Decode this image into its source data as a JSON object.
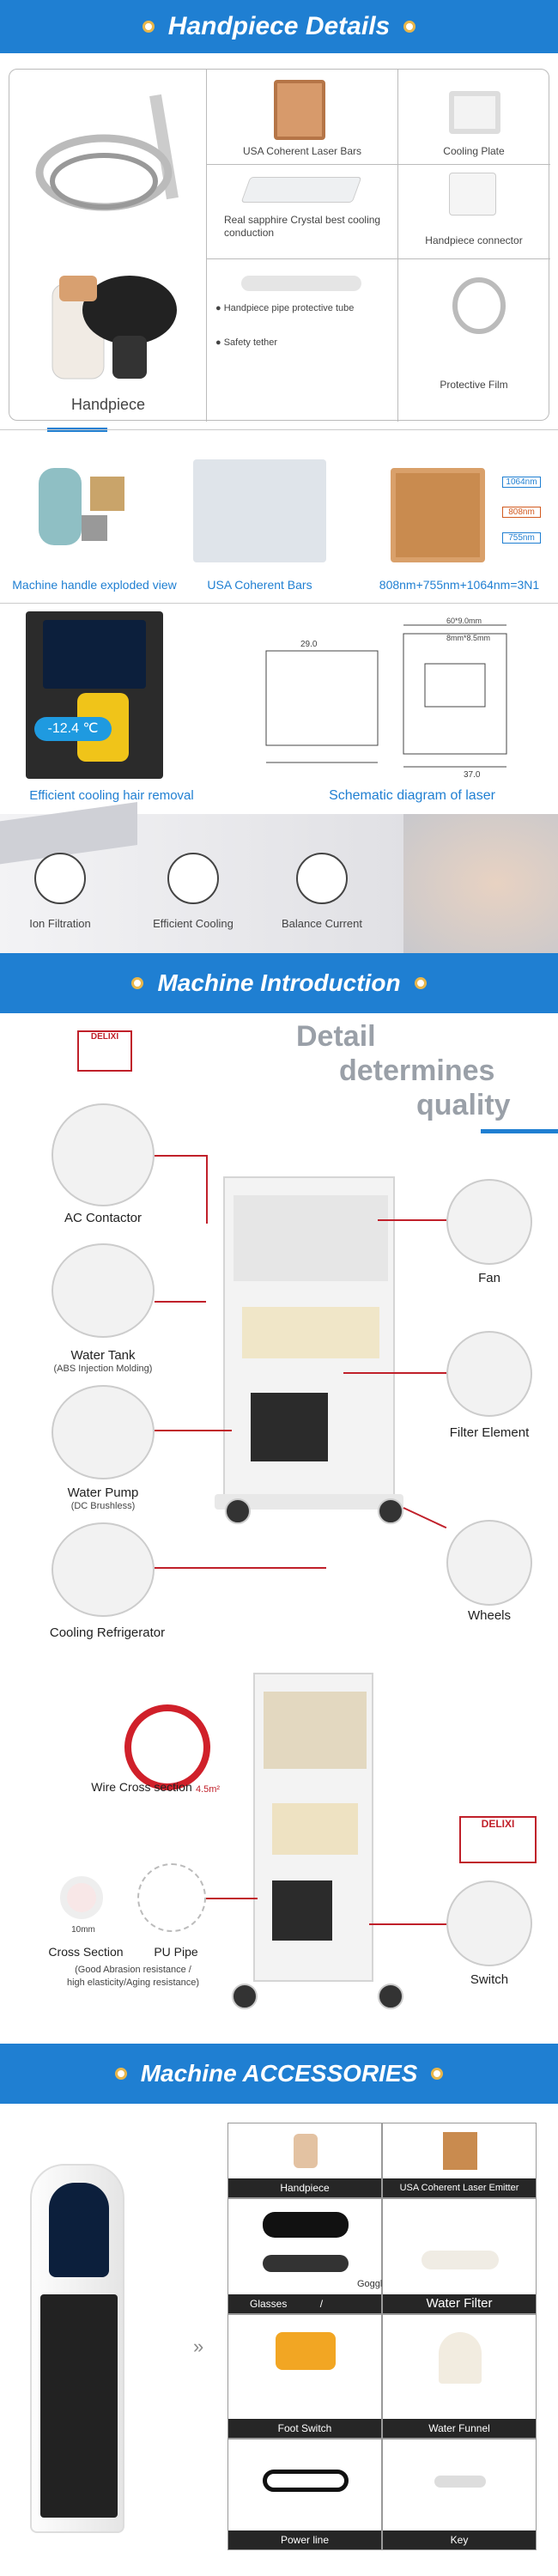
{
  "sections": {
    "handpiece_details": "Handpiece Details",
    "machine_introduction": "Machine Introduction",
    "machine_accessories": "Machine ACCESSORIES"
  },
  "handpiece_grid": {
    "handpiece": "Handpiece",
    "laser_bars": "USA Coherent Laser Bars",
    "cooling_plate": "Cooling Plate",
    "sapphire": "Real sapphire Crystal best cooling conduction",
    "connector": "Handpiece connector",
    "pipe_tube": "Handpiece pipe protective tube",
    "safety_tether": "Safety tether",
    "protective_film": "Protective Film"
  },
  "gallery": {
    "exploded": "Machine handle exploded view",
    "bars": "USA Coherent Bars",
    "wavelength": "808nm+755nm+1064nm=3N1",
    "w1064": "1064nm",
    "w808": "808nm",
    "w755": "755nm"
  },
  "cooling": {
    "temp": "-12.4 ℃",
    "caption": "Efficient cooling hair removal",
    "schematic": "Schematic diagram of laser",
    "dim1": "29.0",
    "dim2": "37.0",
    "dim3": "60*9.0mm",
    "dim4": "8mm*8.5mm"
  },
  "features": {
    "ion": "Ion Filtration",
    "efficient": "Efficient Cooling",
    "balance": "Balance Current"
  },
  "detail": {
    "line1": "Detail",
    "line2": "determines",
    "line3": "quality"
  },
  "components": {
    "ac_contactor": "AC Contactor",
    "water_tank": "Water Tank",
    "water_tank_sub": "(ABS Injection Molding)",
    "water_pump": "Water Pump",
    "water_pump_sub": "(DC Brushless)",
    "cooling_ref": "Cooling Refrigerator",
    "fan": "Fan",
    "filter": "Filter Element",
    "wheels": "Wheels",
    "wire": "Wire Cross section",
    "wire_area": "4.5m²",
    "cross": "Cross Section",
    "pu_pipe": "PU Pipe",
    "mm": "10mm",
    "pipe_note1": "(Good Abrasion resistance /",
    "pipe_note2": "high elasticity/Aging resistance)",
    "switch": "Switch",
    "delixi": "DELIXI"
  },
  "accessories": {
    "handpiece": "Handpiece",
    "emitter": "USA Coherent Laser Emitter",
    "glasses": "Glasses",
    "goggles": "Goggles",
    "slash": "/",
    "water_filter": "Water Filter",
    "foot_switch": "Foot Switch",
    "water_funnel": "Water Funnel",
    "power_line": "Power line",
    "key": "Key"
  },
  "colors": {
    "brand_blue": "#1f7fd2",
    "accent_red": "#c0202a",
    "gold": "#e8b64a"
  }
}
